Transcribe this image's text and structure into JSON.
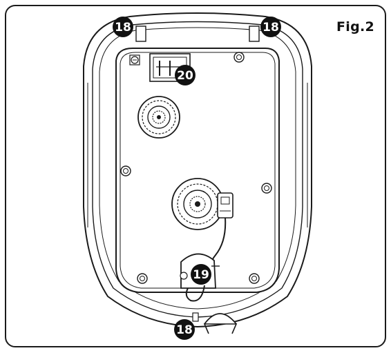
{
  "figure": {
    "label": "Fig.2"
  },
  "callouts": [
    {
      "id": "top-left",
      "number": "18"
    },
    {
      "id": "top-right",
      "number": "18"
    },
    {
      "id": "bottom",
      "number": "18"
    },
    {
      "id": "cable-clamp",
      "number": "19"
    },
    {
      "id": "switch",
      "number": "20"
    }
  ],
  "colors": {
    "line": "#1a1a1a",
    "badge": "#111111",
    "badge_text": "#ffffff",
    "background": "#ffffff"
  }
}
